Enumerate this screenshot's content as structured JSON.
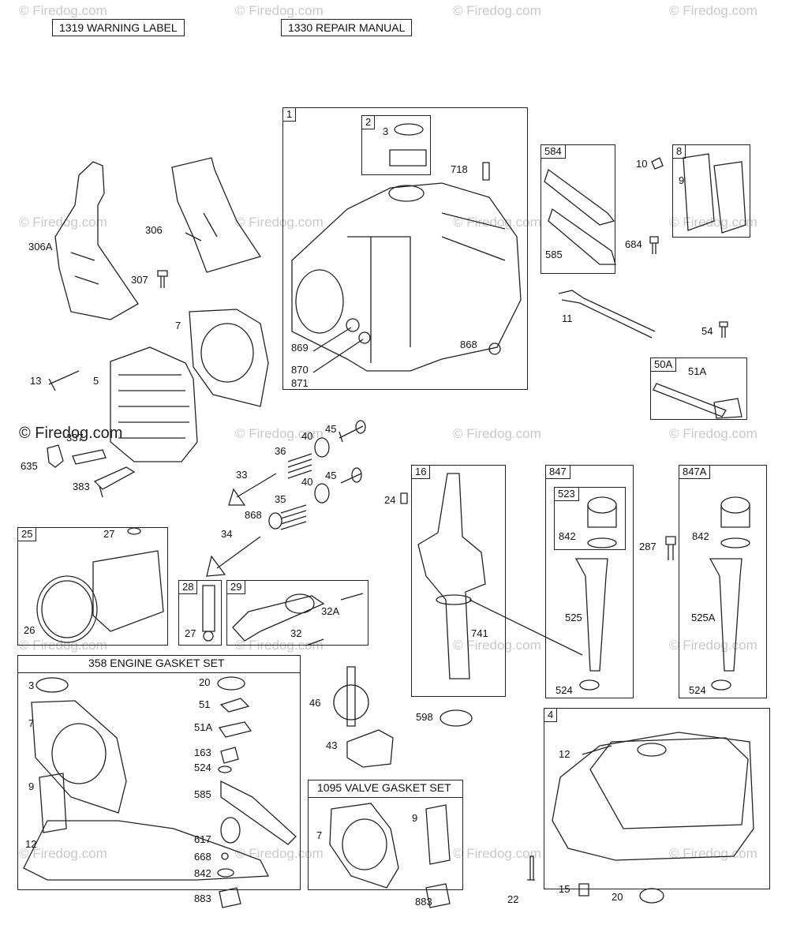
{
  "watermark": "© Firedog.com",
  "top_items": {
    "warning_label": "1319 WARNING LABEL",
    "repair_manual": "1330 REPAIR MANUAL"
  },
  "groups": {
    "g1": "1",
    "g2": "2",
    "g584": "584",
    "g8": "8",
    "g50A": "50A",
    "g16": "16",
    "g847": "847",
    "g523": "523",
    "g847A": "847A",
    "g25": "25",
    "g28": "28",
    "g29": "29",
    "g4": "4"
  },
  "gasket_sets": {
    "engine": "358 ENGINE GASKET SET",
    "valve": "1095 VALVE GASKET SET"
  },
  "labels": {
    "l3a": "3",
    "l718": "718",
    "l10": "10",
    "l9a": "9",
    "l584_585": "585",
    "l684": "684",
    "l306A": "306A",
    "l306": "306",
    "l307": "307",
    "l7a": "7",
    "l11": "11",
    "l54": "54",
    "l869": "869",
    "l870": "870",
    "l871": "871",
    "l868a": "868",
    "l51Aa": "51A",
    "l13": "13",
    "l5": "5",
    "l337": "337",
    "l635": "635",
    "l383": "383",
    "l40a": "40",
    "l45a": "45",
    "l36": "36",
    "l33": "33",
    "l40b": "40",
    "l45b": "45",
    "l35": "35",
    "l868b": "868",
    "l34": "34",
    "l24": "24",
    "l27a": "27",
    "l26": "26",
    "l27b": "27",
    "l32A": "32A",
    "l32": "32",
    "l741": "741",
    "l842a": "842",
    "l525": "525",
    "l524a": "524",
    "l287": "287",
    "l842b": "842",
    "l525A": "525A",
    "l524b": "524",
    "l598": "598",
    "l46": "46",
    "l43": "43",
    "e3": "3",
    "e7": "7",
    "e9": "9",
    "e12": "12",
    "e20": "20",
    "e51": "51",
    "e51A": "51A",
    "e163": "163",
    "e524": "524",
    "e585": "585",
    "e617": "617",
    "e668": "668",
    "e842": "842",
    "e883": "883",
    "v7": "7",
    "v9": "9",
    "v883": "883",
    "s12": "12",
    "s22": "22",
    "s15": "15",
    "s20": "20"
  }
}
